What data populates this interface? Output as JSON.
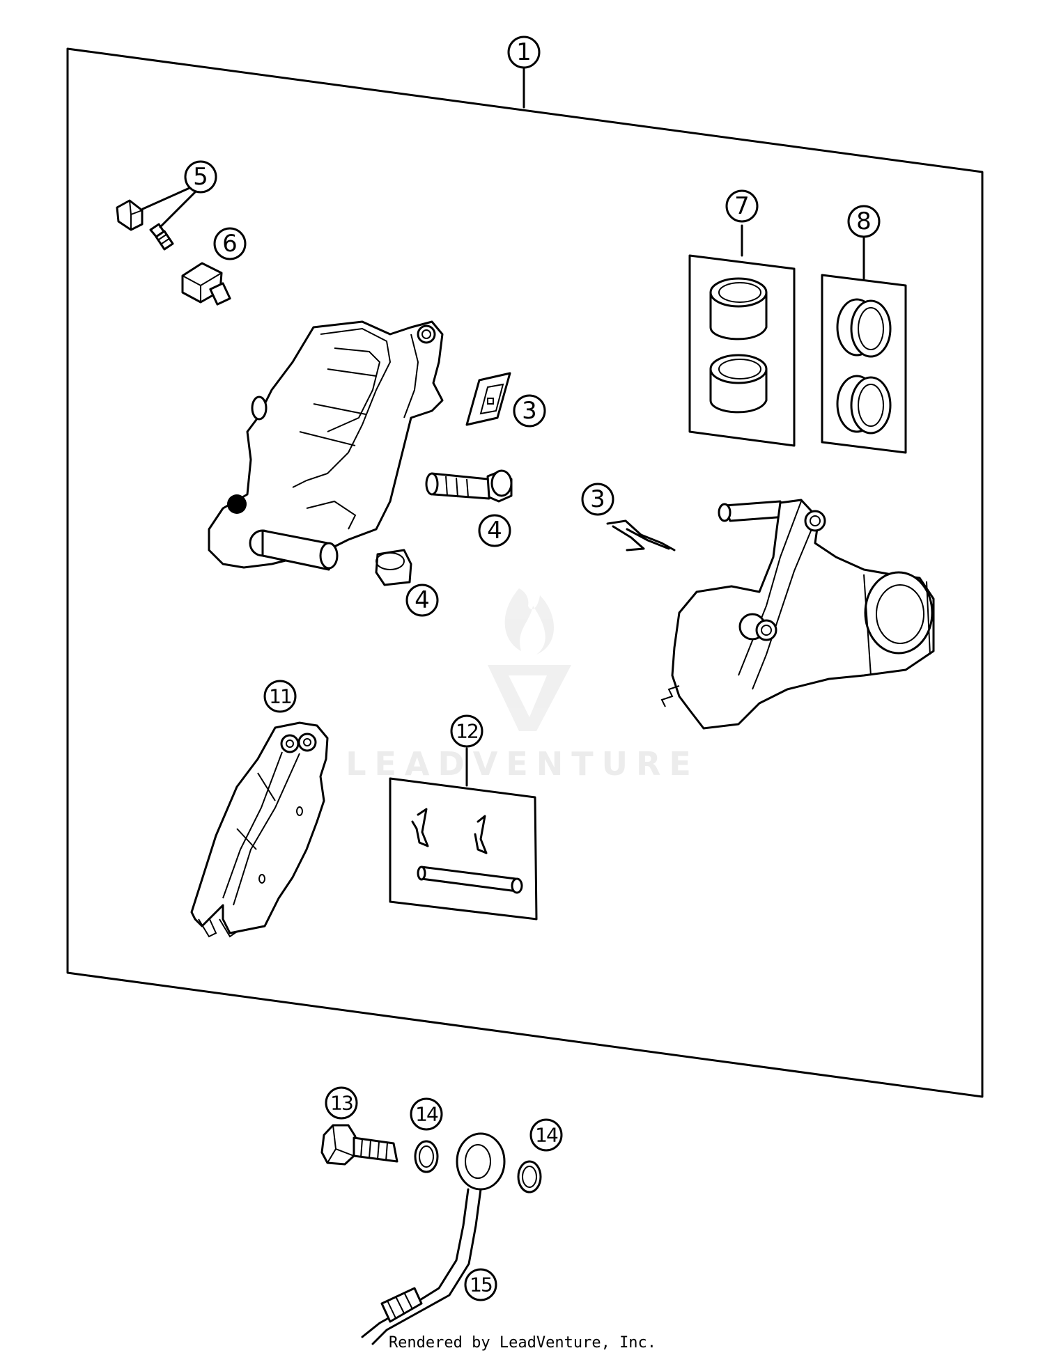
{
  "diagram": {
    "callouts": [
      {
        "id": "c1",
        "text": "1"
      },
      {
        "id": "c5",
        "text": "5"
      },
      {
        "id": "c6",
        "text": "6"
      },
      {
        "id": "c7",
        "text": "7"
      },
      {
        "id": "c8",
        "text": "8"
      },
      {
        "id": "c3a",
        "text": "3"
      },
      {
        "id": "c3b",
        "text": "3"
      },
      {
        "id": "c4a",
        "text": "4"
      },
      {
        "id": "c4b",
        "text": "4"
      },
      {
        "id": "c11",
        "text": "11"
      },
      {
        "id": "c12",
        "text": "12"
      },
      {
        "id": "c13",
        "text": "13"
      },
      {
        "id": "c14a",
        "text": "14"
      },
      {
        "id": "c14b",
        "text": "14"
      },
      {
        "id": "c15",
        "text": "15"
      }
    ]
  },
  "watermark": {
    "brand": "LEADVENTURE"
  },
  "footer": {
    "text": "Rendered by LeadVenture, Inc."
  }
}
